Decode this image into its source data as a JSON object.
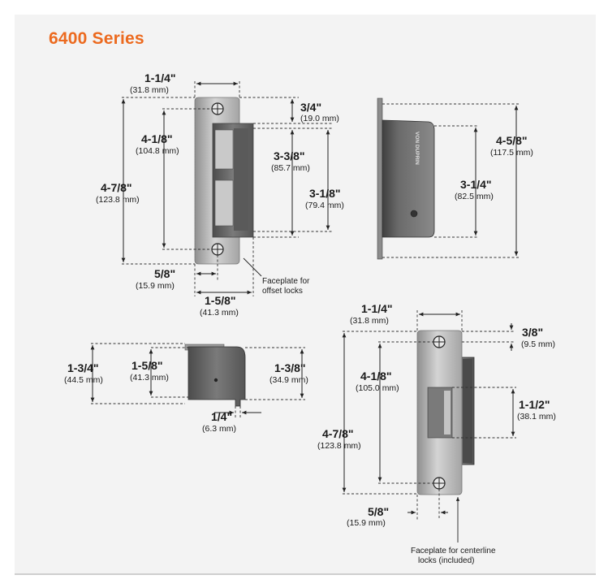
{
  "title": "6400 Series",
  "views": {
    "front_offset": {
      "width_top": {
        "in": "1-1/4\"",
        "mm": "(31.8 mm)"
      },
      "top_gap": {
        "in": "3/4\"",
        "mm": "(19.0 mm)"
      },
      "hole_span": {
        "in": "4-1/8\"",
        "mm": "(104.8 mm)"
      },
      "overall": {
        "in": "4-7/8\"",
        "mm": "(123.8 mm)"
      },
      "body_height": {
        "in": "3-3/8\"",
        "mm": "(85.7 mm)"
      },
      "keeper_height": {
        "in": "3-1/8\"",
        "mm": "(79.4 mm)"
      },
      "hole_offset": {
        "in": "5/8\"",
        "mm": "(15.9 mm)"
      },
      "bottom_width": {
        "in": "1-5/8\"",
        "mm": "(41.3 mm)"
      },
      "note": [
        "Faceplate for",
        "offset locks"
      ]
    },
    "side": {
      "overall": {
        "in": "4-5/8\"",
        "mm": "(117.5 mm)"
      },
      "body": {
        "in": "3-1/4\"",
        "mm": "(82.5 mm)"
      },
      "brand": "VON DUPRIN"
    },
    "end": {
      "depth": {
        "in": "1-3/4\"",
        "mm": "(44.5 mm)"
      },
      "body_depth": {
        "in": "1-5/8\"",
        "mm": "(41.3 mm)"
      },
      "right_depth": {
        "in": "1-3/8\"",
        "mm": "(34.9 mm)"
      },
      "lip": {
        "in": "1/4\"",
        "mm": "(6.3 mm)"
      }
    },
    "front_centerline": {
      "width_top": {
        "in": "1-1/4\"",
        "mm": "(31.8 mm)"
      },
      "top_gap": {
        "in": "3/8\"",
        "mm": "(9.5 mm)"
      },
      "hole_span": {
        "in": "4-1/8\"",
        "mm": "(105.0 mm)"
      },
      "keeper": {
        "in": "1-1/2\"",
        "mm": "(38.1 mm)"
      },
      "overall": {
        "in": "4-7/8\"",
        "mm": "(123.8 mm)"
      },
      "hole_offset": {
        "in": "5/8\"",
        "mm": "(15.9 mm)"
      },
      "note": [
        "Faceplate for centerline",
        "locks (included)"
      ]
    }
  },
  "colors": {
    "title": "#ec6a1f",
    "panel": "#f3f3f3",
    "metal": "#b9b9b9",
    "body": "#6e6e6e"
  }
}
